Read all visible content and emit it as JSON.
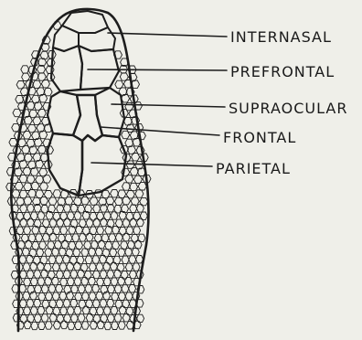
{
  "labels": {
    "internasal": "INTERNASAL",
    "prefrontal": "PREFRONTAL",
    "supraocular": "SUPRAOCULAR",
    "frontal": "FRONTAL",
    "parietal": "PARIETAL"
  },
  "colors": {
    "paper": "#efefe9",
    "ink": "#1d1d1d"
  }
}
